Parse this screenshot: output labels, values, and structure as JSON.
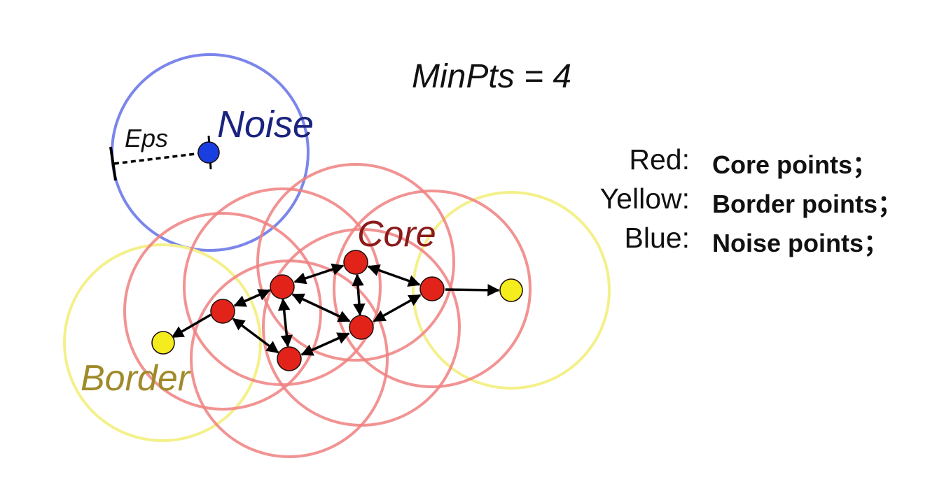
{
  "labels": {
    "minpts": "MinPts = 4",
    "noise": "Noise",
    "eps": "Eps",
    "core": "Core",
    "border": "Border"
  },
  "legend": [
    {
      "key": "Red:",
      "value": "Core points；"
    },
    {
      "key": "Yellow:",
      "value": "Border points；"
    },
    {
      "key": "Blue:",
      "value": "Noise points；"
    }
  ],
  "colors": {
    "core_point": "#e2231a",
    "core_circle": "#f08080",
    "border_point": "#f5ec1e",
    "border_circle": "#f4f08a",
    "noise_point": "#1a3fe0",
    "noise_circle": "#7b86ea",
    "noise_label": "#1a237e",
    "core_label": "#8b1a1a",
    "border_label": "#a08a2a",
    "arrow": "#000000"
  }
}
